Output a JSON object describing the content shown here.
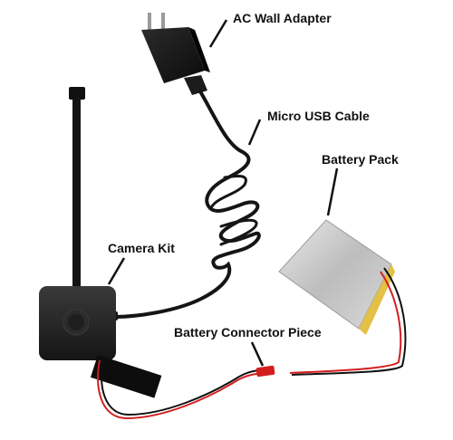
{
  "labels": {
    "ac_adapter": "AC Wall Adapter",
    "usb_cable": "Micro USB Cable",
    "battery_pack": "Battery Pack",
    "camera_kit": "Camera Kit",
    "connector_piece": "Battery Connector Piece"
  },
  "components": [
    {
      "name": "ac-wall-adapter",
      "color": "#111111"
    },
    {
      "name": "micro-usb-cable",
      "color": "#111111"
    },
    {
      "name": "battery-pack",
      "color": "#cfcfcf"
    },
    {
      "name": "camera-kit",
      "color": "#222222"
    },
    {
      "name": "battery-connector-piece",
      "color": "#d21d1d"
    }
  ]
}
